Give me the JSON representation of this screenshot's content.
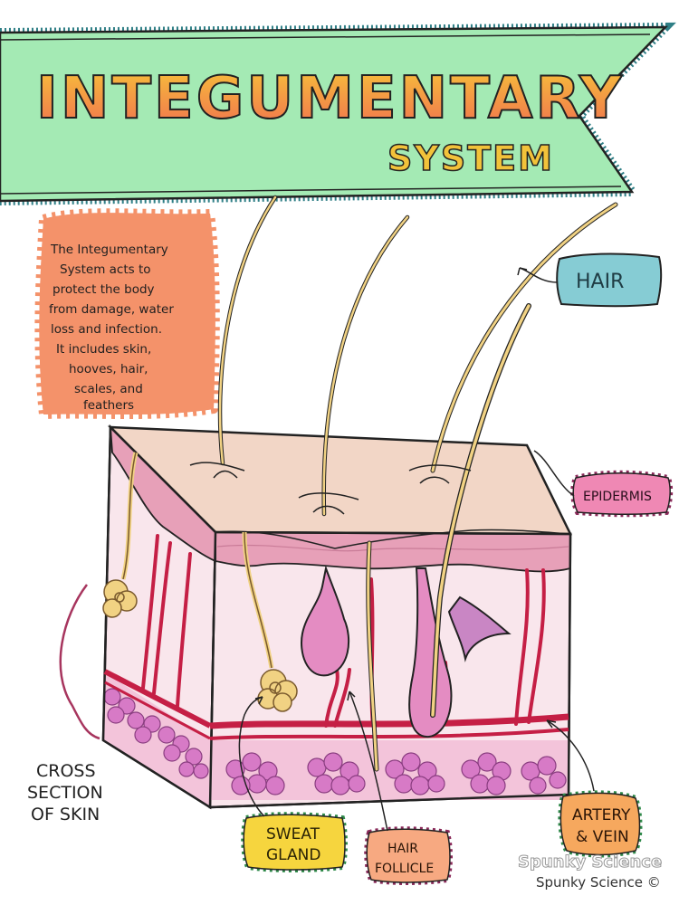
{
  "title": "INTEGUMENTARY",
  "subtitle": "SYSTEM",
  "description_lines": [
    "The Integumentary",
    "System acts to",
    "protect the body",
    "from damage, water",
    "loss and infection.",
    "It includes skin,",
    "hooves, hair,",
    "scales, and",
    "feathers"
  ],
  "labels": {
    "hair": "HAIR",
    "epidermis": "EPIDERMIS",
    "artery_vein_line1": "ARTERY",
    "artery_vein_line2": "& VEIN",
    "sweat_gland_line1": "SWEAT",
    "sweat_gland_line2": "GLAND",
    "hair_follicle_line1": "HAIR",
    "hair_follicle_line2": "FOLLICLE",
    "cross_section_line1": "CROSS",
    "cross_section_line2": "SECTION",
    "cross_section_line3": "OF SKIN"
  },
  "watermark": "Spunky Science",
  "signature": "Spunky Science ©",
  "colors": {
    "banner": "#a4eab4",
    "title_top": "#f5b13a",
    "title_bottom": "#f27a4c",
    "note_box": "#f4926a",
    "hair_label": "#86ccd4",
    "epidermis_label": "#ef88b4",
    "artery_label": "#f6a85e",
    "sweat_label": "#f6d53e",
    "follicle_label": "#f7a981",
    "skin_top": "#f2d6c6",
    "epidermis_band": "#e7a0b8",
    "dermis": "#f9e6ec",
    "vessel": "#c51f45",
    "fat": "#d77ac6",
    "hair": "#f1d283"
  }
}
